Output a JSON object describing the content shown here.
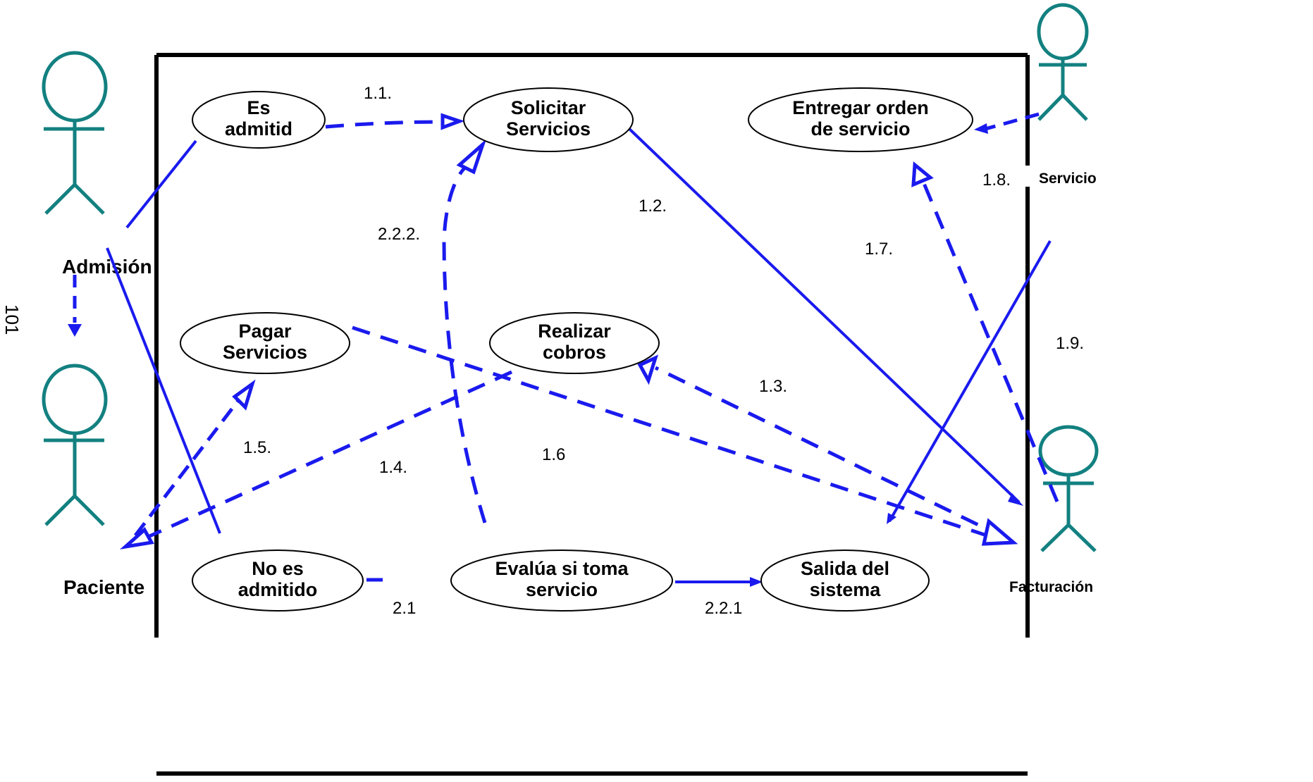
{
  "page_number": "101",
  "actors": {
    "admision": "Admisión",
    "paciente": "Paciente",
    "servicio": "Servicio",
    "facturacion": "Facturación"
  },
  "use_cases": {
    "es_admitido": [
      "Es",
      "admitid"
    ],
    "solicitar_servicios": [
      "Solicitar",
      "Servicios"
    ],
    "entregar_orden": [
      "Entregar orden",
      "de servicio"
    ],
    "pagar_servicios": [
      "Pagar",
      "Servicios"
    ],
    "realizar_cobros": [
      "Realizar",
      "cobros"
    ],
    "no_es_admitido": [
      "No es",
      "admitido"
    ],
    "evalua_servicio": [
      "Evalúa si toma",
      "servicio"
    ],
    "salida_sistema": [
      "Salida del",
      "sistema"
    ]
  },
  "step_labels": {
    "s1_1": "1.1.",
    "s1_2": "1.2.",
    "s1_3": "1.3.",
    "s1_4": "1.4.",
    "s1_5": "1.5.",
    "s1_6": "1.6",
    "s1_7": "1.7.",
    "s1_8": "1.8.",
    "s1_9": "1.9.",
    "s2_1": "2.1",
    "s2_2_1": "2.2.1",
    "s2_2_2": "2.2.2."
  },
  "colors": {
    "actor": "#138080",
    "connector": "#1a1aee",
    "boundary": "#000000"
  }
}
